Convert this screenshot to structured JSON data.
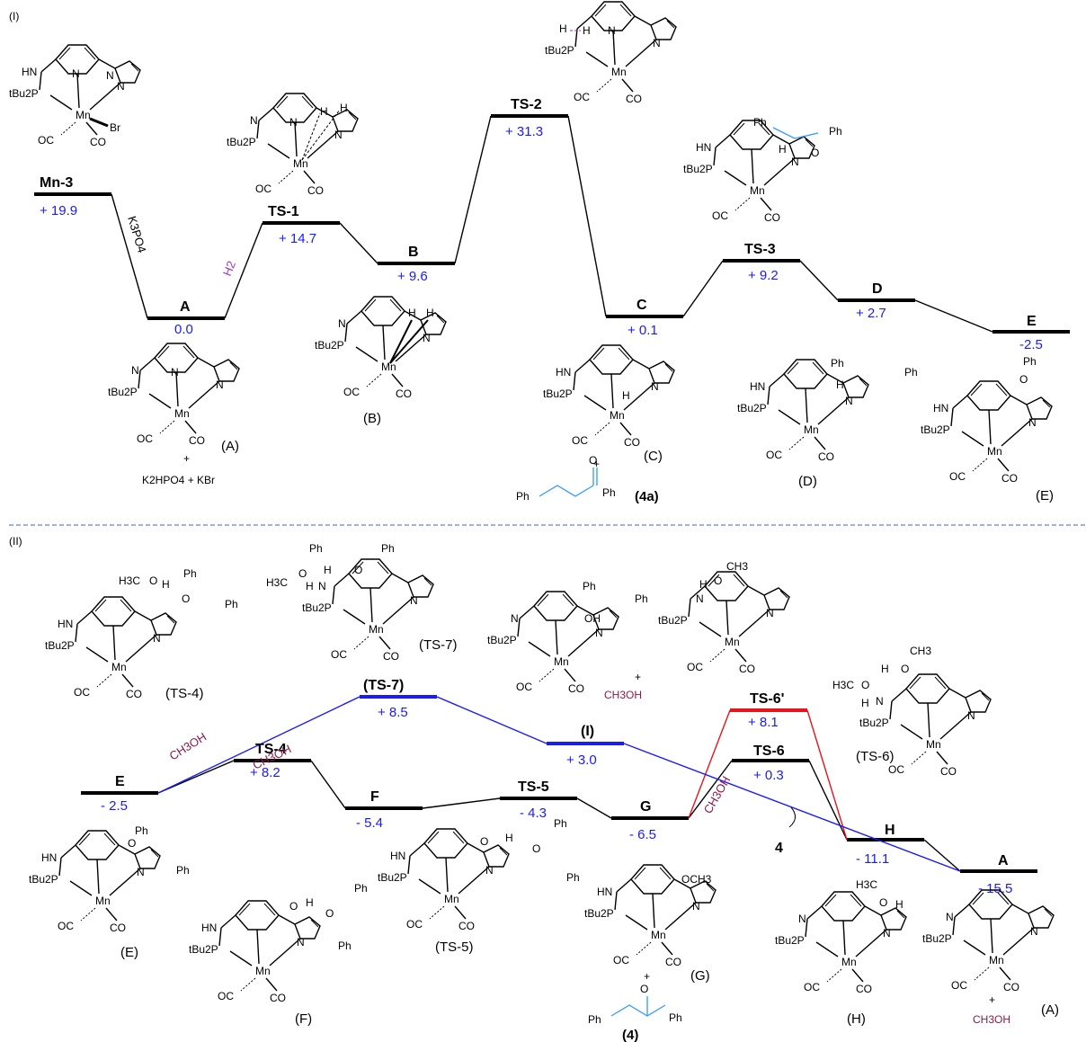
{
  "panels": [
    {
      "id": "(I)"
    },
    {
      "id": "(II)"
    }
  ],
  "colors": {
    "energy_text": "#1a1aff",
    "methanol": "#8b1a4a",
    "h2": "#9933cc",
    "substrate": "#3399ff",
    "blue_path": "#1a1aff",
    "red_path": "#e8141b",
    "separator": "#3b5bdb"
  },
  "levels_I": [
    {
      "name": "Mn-3",
      "energy": "+ 19.9"
    },
    {
      "name": "A",
      "energy": "0.0"
    },
    {
      "name": "TS-1",
      "energy": "+ 14.7"
    },
    {
      "name": "B",
      "energy": "+ 9.6"
    },
    {
      "name": "TS-2",
      "energy": "+ 31.3"
    },
    {
      "name": "C",
      "energy": "+ 0.1"
    },
    {
      "name": "TS-3",
      "energy": "+ 9.2"
    },
    {
      "name": "D",
      "energy": "+ 2.7"
    },
    {
      "name": "E",
      "energy": "-2.5"
    }
  ],
  "levels_II": [
    {
      "name": "E",
      "energy": "- 2.5"
    },
    {
      "name": "TS-4",
      "energy": "+ 8.2"
    },
    {
      "name": "(TS-7)",
      "energy": "+ 8.5"
    },
    {
      "name": "(I)",
      "energy": "+ 3.0"
    },
    {
      "name": "F",
      "energy": "- 5.4"
    },
    {
      "name": "TS-5",
      "energy": "- 4.3"
    },
    {
      "name": "G",
      "energy": "- 6.5"
    },
    {
      "name": "TS-6'",
      "energy": "+ 8.1"
    },
    {
      "name": "TS-6",
      "energy": "+ 0.3"
    },
    {
      "name": "H",
      "energy": "- 11.1"
    },
    {
      "name": "A",
      "energy": "- 15.5"
    }
  ],
  "conditions": {
    "k3po4": "K3PO4",
    "h2": "H2",
    "ch3oh_1": "CH3OH",
    "ch3oh_2": "CH3OH",
    "ch3oh_3": "CH3OH",
    "product_arrow": "4"
  },
  "molecule_labels": {
    "A_top": "(A)",
    "B_top": "(B)",
    "C_top": "(C)",
    "D_top": "(D)",
    "E_top": "(E)",
    "chalcone": "(4a)",
    "TS4": "(TS-4)",
    "TS7": "(TS-7)",
    "TS6": "(TS-6)",
    "E_bot": "(E)",
    "F_bot": "(F)",
    "TS5": "(TS-5)",
    "G_bot": "(G)",
    "product4": "(4)",
    "H_bot": "(H)",
    "A_bot": "(A)"
  },
  "extra_text": {
    "byproducts": "K2HPO4  +  KBr",
    "plus": "+",
    "methanol": "CH3OH"
  },
  "atoms": {
    "Mn": "Mn",
    "N": "N",
    "HN": "HN",
    "H": "H",
    "O": "O",
    "OH": "OH",
    "OCH3": "OCH3",
    "H3C": "H3C",
    "CH3": "CH3",
    "CO": "CO",
    "OC": "OC",
    "Br": "Br",
    "Ph": "Ph",
    "tBu2P": "tBu2P"
  }
}
